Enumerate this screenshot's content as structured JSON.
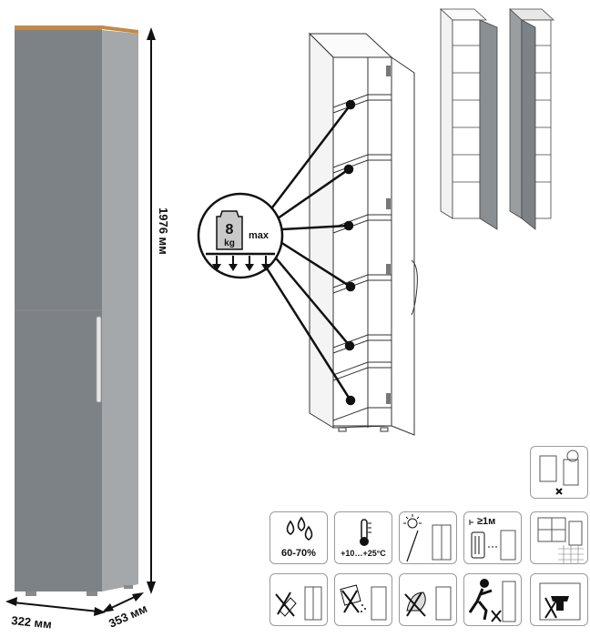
{
  "dimensions": {
    "height": "1976 мм",
    "width": "322 мм",
    "depth": "353 мм"
  },
  "load": {
    "weight_number": "8",
    "weight_unit": "kg",
    "max_label": "max"
  },
  "care_icons": {
    "humidity": "60-70%",
    "temperature": "+10…+25°C",
    "distance": "≥1м"
  },
  "colors": {
    "cabinet_gray": "#7a7f83",
    "cabinet_body": "#9a9ea1",
    "wood_top": "#c48a45",
    "line": "#222222"
  }
}
